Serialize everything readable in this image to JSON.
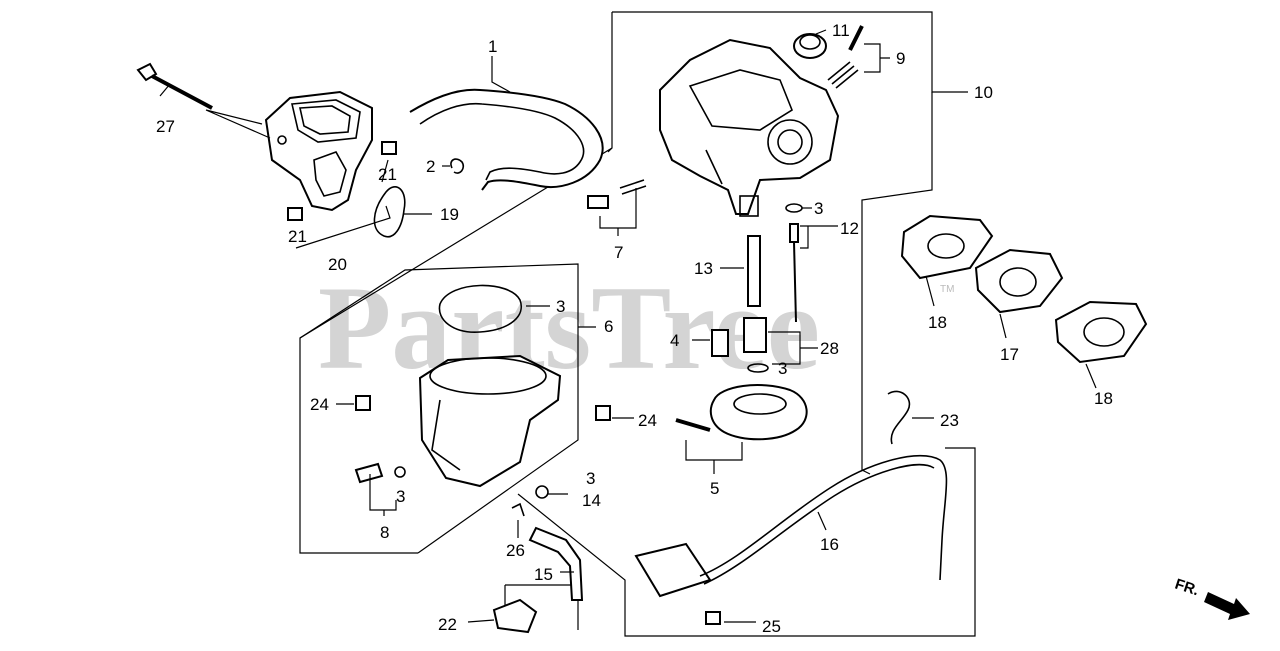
{
  "watermark": "PartsTree",
  "trademark": "TM",
  "direction": "FR.",
  "callouts": [
    {
      "id": "1",
      "text": "1"
    },
    {
      "id": "2",
      "text": "2"
    },
    {
      "id": "3a",
      "text": "3"
    },
    {
      "id": "3b",
      "text": "3"
    },
    {
      "id": "3c",
      "text": "3"
    },
    {
      "id": "3d",
      "text": "3"
    },
    {
      "id": "3e",
      "text": "3"
    },
    {
      "id": "4",
      "text": "4"
    },
    {
      "id": "5",
      "text": "5"
    },
    {
      "id": "6",
      "text": "6"
    },
    {
      "id": "7",
      "text": "7"
    },
    {
      "id": "8",
      "text": "8"
    },
    {
      "id": "9",
      "text": "9"
    },
    {
      "id": "10",
      "text": "10"
    },
    {
      "id": "11",
      "text": "11"
    },
    {
      "id": "12",
      "text": "12"
    },
    {
      "id": "13",
      "text": "13"
    },
    {
      "id": "14",
      "text": "14"
    },
    {
      "id": "15",
      "text": "15"
    },
    {
      "id": "16",
      "text": "16"
    },
    {
      "id": "17",
      "text": "17"
    },
    {
      "id": "18a",
      "text": "18"
    },
    {
      "id": "18b",
      "text": "18"
    },
    {
      "id": "19",
      "text": "19"
    },
    {
      "id": "20",
      "text": "20"
    },
    {
      "id": "21a",
      "text": "21"
    },
    {
      "id": "21b",
      "text": "21"
    },
    {
      "id": "22",
      "text": "22"
    },
    {
      "id": "23",
      "text": "23"
    },
    {
      "id": "24a",
      "text": "24"
    },
    {
      "id": "24b",
      "text": "24"
    },
    {
      "id": "25",
      "text": "25"
    },
    {
      "id": "26",
      "text": "26"
    },
    {
      "id": "27",
      "text": "27"
    },
    {
      "id": "28",
      "text": "28"
    }
  ]
}
